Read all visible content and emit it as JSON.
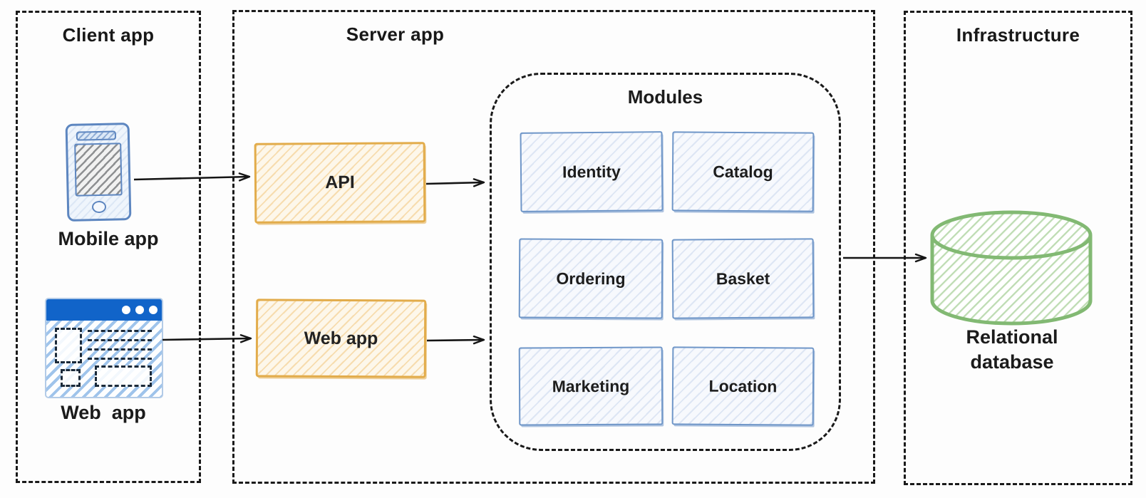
{
  "client": {
    "title": "Client app",
    "mobile": {
      "label": "Mobile app",
      "icon": "smartphone-icon"
    },
    "web": {
      "label": "Web  app",
      "icon": "browser-window-icon"
    }
  },
  "server": {
    "title": "Server app",
    "api": {
      "label": "API"
    },
    "webapp": {
      "label": "Web app"
    },
    "modules": {
      "title": "Modules",
      "items": [
        {
          "label": "Identity"
        },
        {
          "label": "Catalog"
        },
        {
          "label": "Ordering"
        },
        {
          "label": "Basket"
        },
        {
          "label": "Marketing"
        },
        {
          "label": "Location"
        }
      ]
    }
  },
  "infrastructure": {
    "title": "Infrastructure",
    "database": {
      "label_line1": "Relational",
      "label_line2": "database",
      "icon": "database-cylinder-icon"
    }
  },
  "colors": {
    "accent_orange": "#E2AC4B",
    "accent_blue": "#6F96C8",
    "accent_green": "#82B973",
    "web_icon_blue": "#1164C9",
    "dash_border": "#1A1A1A",
    "text": "#1C1C1C"
  }
}
